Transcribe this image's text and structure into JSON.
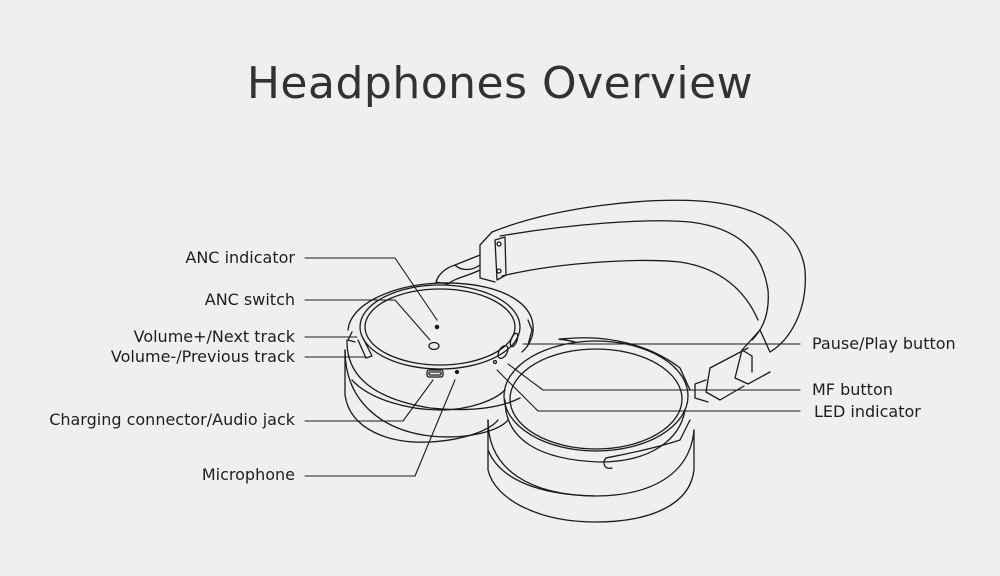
{
  "title": "Headphones Overview",
  "colors": {
    "background": "#efefef",
    "line": "#1a1a1a",
    "text": "#1e1e1e"
  },
  "labels": {
    "left": [
      {
        "id": "anc-indicator",
        "text": "ANC indicator"
      },
      {
        "id": "anc-switch",
        "text": "ANC switch"
      },
      {
        "id": "volume-up",
        "text": "Volume+/Next track"
      },
      {
        "id": "volume-down",
        "text": "Volume-/Previous track"
      },
      {
        "id": "charging-connector",
        "text": "Charging connector/Audio jack"
      },
      {
        "id": "microphone",
        "text": "Microphone"
      }
    ],
    "right": [
      {
        "id": "pause-play",
        "text": "Pause/Play button"
      },
      {
        "id": "mf-button",
        "text": "MF button"
      },
      {
        "id": "led-indicator",
        "text": "LED indicator"
      }
    ]
  }
}
